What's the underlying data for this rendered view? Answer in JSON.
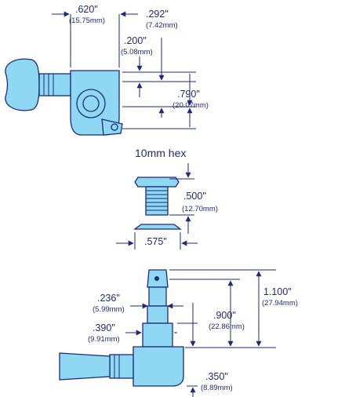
{
  "top_view": {
    "width_peg": {
      "in": ".620\"",
      "mm": "(15.75mm)"
    },
    "offset": {
      "in": ".292\"",
      "mm": "(7.42mm)"
    },
    "post": {
      "in": ".200\"",
      "mm": "(5.08mm)"
    },
    "housing": {
      "in": ".790\"",
      "mm": "(20.07mm)"
    }
  },
  "bushing": {
    "hex_label": "10mm hex",
    "length": {
      "in": ".500\"",
      "mm": "(12.70mm)"
    },
    "washer": {
      "in": ".575\""
    }
  },
  "side_view": {
    "post_dia": {
      "in": ".236\"",
      "mm": "(5.99mm)"
    },
    "bush_dia": {
      "in": ".390\"",
      "mm": "(9.91mm)"
    },
    "total": {
      "in": "1.100\"",
      "mm": "(27.94mm)"
    },
    "post_height": {
      "in": ".900\"",
      "mm": "(22.86mm)"
    },
    "base": {
      "in": ".350\"",
      "mm": "(8.89mm)"
    }
  },
  "colors": {
    "part_fill": "#8ed8f4",
    "ink": "#1e2a78"
  }
}
